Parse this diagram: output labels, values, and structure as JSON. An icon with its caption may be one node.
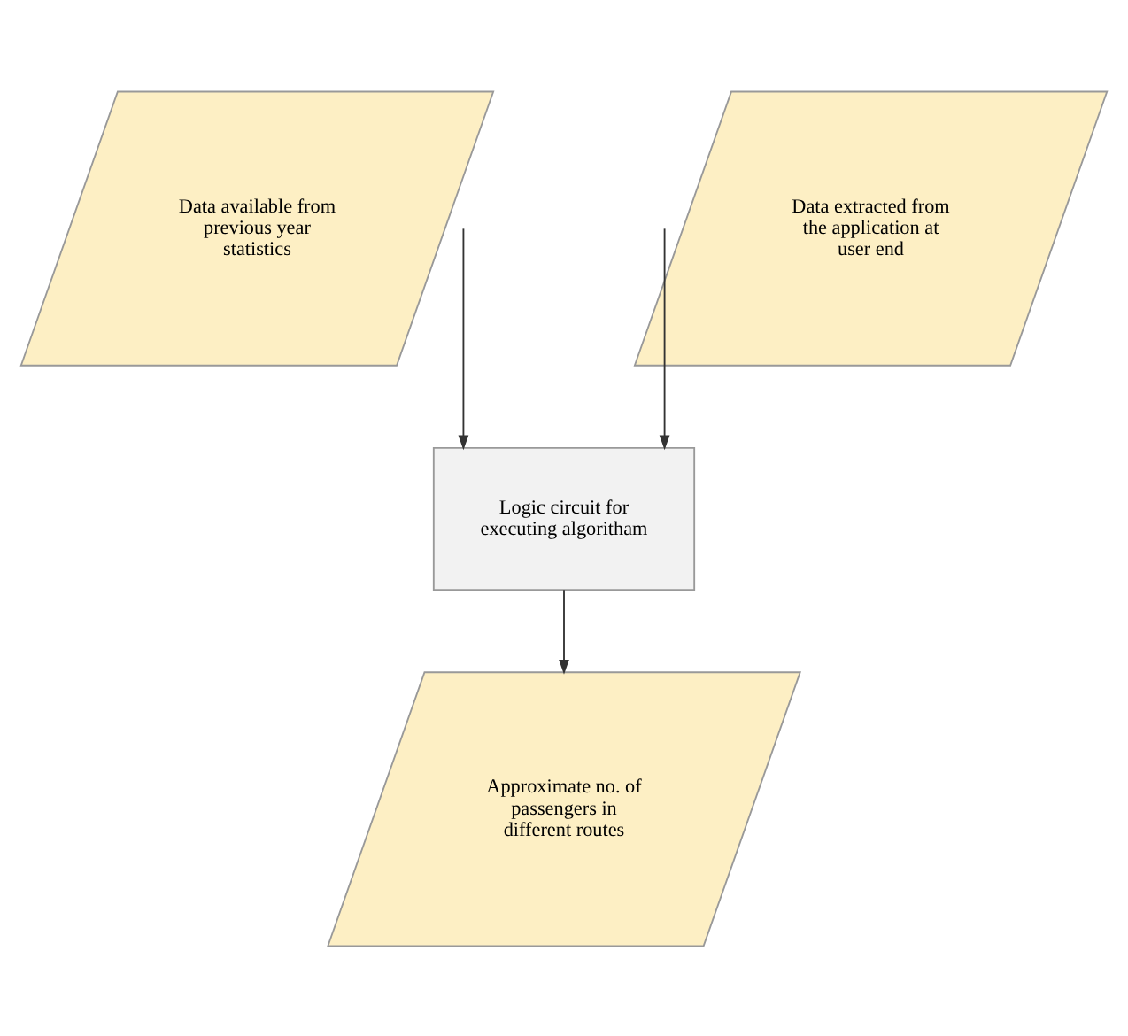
{
  "diagram": {
    "nodes": [
      {
        "text": [
          "Data available from previous year statistics"
        ]
      },
      {
        "text": [
          "Data extracted from the application at user end"
        ]
      },
      {
        "text": [
          "Logic circuit for executing algoritham"
        ]
      },
      {
        "text": [
          "Approximate no. of passengers in different routes"
        ]
      }
    ],
    "edges": [
      {
        "from": 0,
        "to": 2,
        "arrow": "to"
      },
      {
        "from": 1,
        "to": 2,
        "arrow": "to"
      },
      {
        "from": 2,
        "to": 3,
        "arrow": "to"
      }
    ]
  }
}
